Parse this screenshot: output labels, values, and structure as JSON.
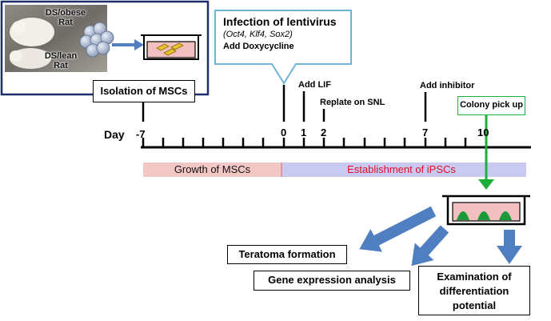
{
  "rats": {
    "obese_label_line1": "DS/obese",
    "obese_label_line2": "Rat",
    "lean_label_line1": "DS/lean",
    "lean_label_line2": "Rat"
  },
  "isolation": {
    "label": "Isolation of MSCs"
  },
  "infection": {
    "title": "Infection of lentivirus",
    "factors": "(Oct4, Klf4, Sox2)",
    "doxycycline": "Add  Doxycycline"
  },
  "timeline": {
    "day_label": "Day",
    "days": [
      "-7",
      "0",
      "1",
      "2",
      "7",
      "10"
    ],
    "steps": {
      "add_lif": "Add  LIF",
      "replate": "Replate on SNL",
      "add_inhibitor": "Add  inhibitor",
      "colony_pick_up": "Colony pick up"
    },
    "phases": {
      "growth": "Growth of MSCs",
      "establishment": "Establishment  of  iPSCs"
    }
  },
  "outcomes": {
    "teratoma": "Teratoma formation",
    "gene_expression": "Gene expression analysis",
    "differentiation_line1": "Examination of",
    "differentiation_line2": "differentiation",
    "differentiation_line3": "potential"
  },
  "colors": {
    "frame_blue": "#1f2d6b",
    "callout_border": "#6fb3d8",
    "growth_fill": "#f4c7c7",
    "establishment_fill": "#c9c9f2",
    "establishment_text": "#e0102a",
    "arrow_blue": "#4f7fc0",
    "pick_green": "#1fae3a",
    "dish_fill": "#f2c0c0",
    "colony_green": "#1a9a3a"
  }
}
